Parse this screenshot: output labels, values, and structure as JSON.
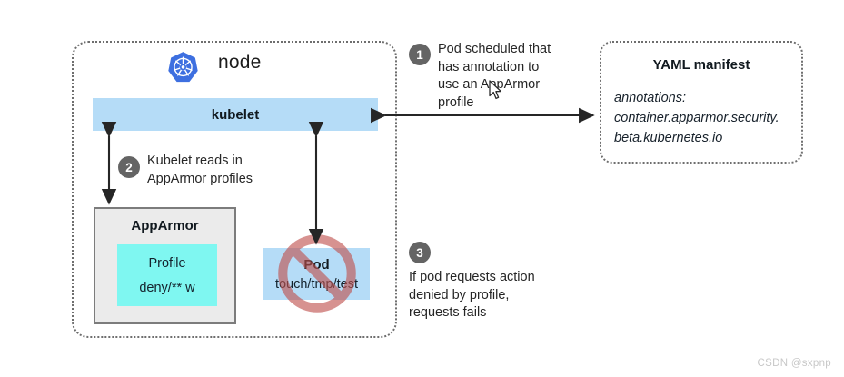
{
  "diagram": {
    "node": {
      "title": "node",
      "logo_icon": "kubernetes-logo-icon",
      "kubelet_label": "kubelet",
      "apparmor": {
        "title": "AppArmor",
        "profile_title": "Profile",
        "profile_rule": "deny/** w"
      },
      "pod": {
        "title": "Pod",
        "command": "touch/tmp/test",
        "blocked_icon": "prohibition-sign-icon"
      }
    },
    "yaml_manifest": {
      "title": "YAML manifest",
      "lines": [
        "annotations:",
        "container.apparmor.security.",
        "beta.kubernetes.io"
      ]
    },
    "steps": [
      {
        "number": "1",
        "lines": [
          "Pod scheduled that",
          "has annotation to",
          "use an AppArmor",
          "profile"
        ]
      },
      {
        "number": "2",
        "lines": [
          "Kubelet reads in",
          "AppArmor profiles"
        ]
      },
      {
        "number": "3",
        "lines": [
          "If pod requests action",
          "denied by profile,",
          "requests fails"
        ]
      }
    ],
    "watermark": "CSDN @sxpnp",
    "colors": {
      "kubelet_fill": "#b5dcf7",
      "pod_fill": "#b5dcf7",
      "profile_fill": "#7ff7f1",
      "apparmor_fill": "#ebebeb",
      "badge_fill": "#646464",
      "k8s_blue": "#3d6fe0",
      "block_red": "#c0504d"
    }
  }
}
